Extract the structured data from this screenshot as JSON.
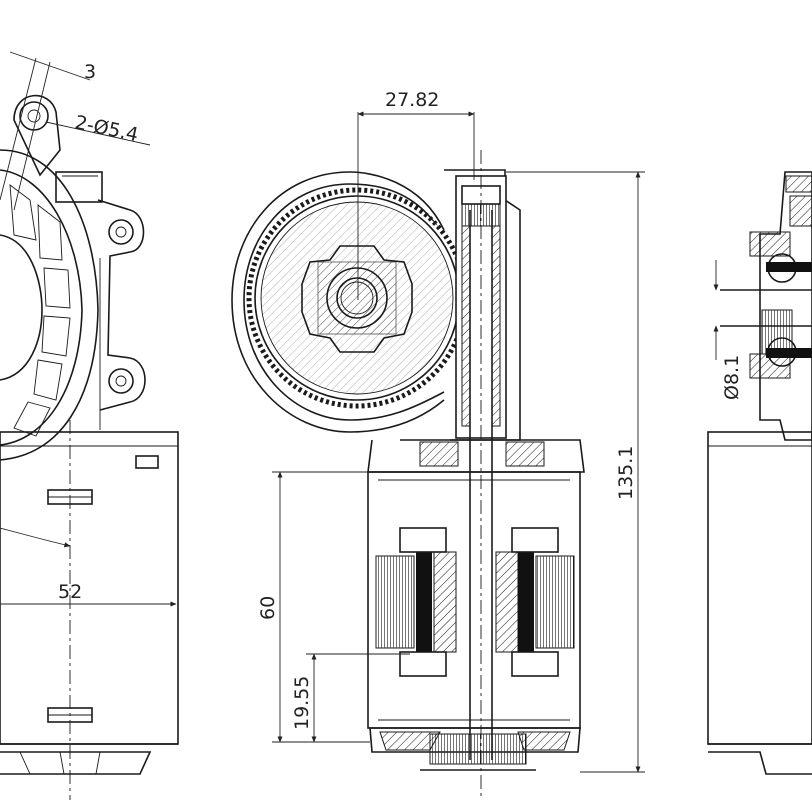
{
  "dimensions": {
    "left_offset": "3",
    "hole_spec": "2-Ø5.4",
    "body_width": "52",
    "gear_offset": "27.82",
    "total_height": "135.1",
    "motor_height": "60",
    "lower_height": "19.55",
    "bearing_dia": "Ø8.1"
  }
}
